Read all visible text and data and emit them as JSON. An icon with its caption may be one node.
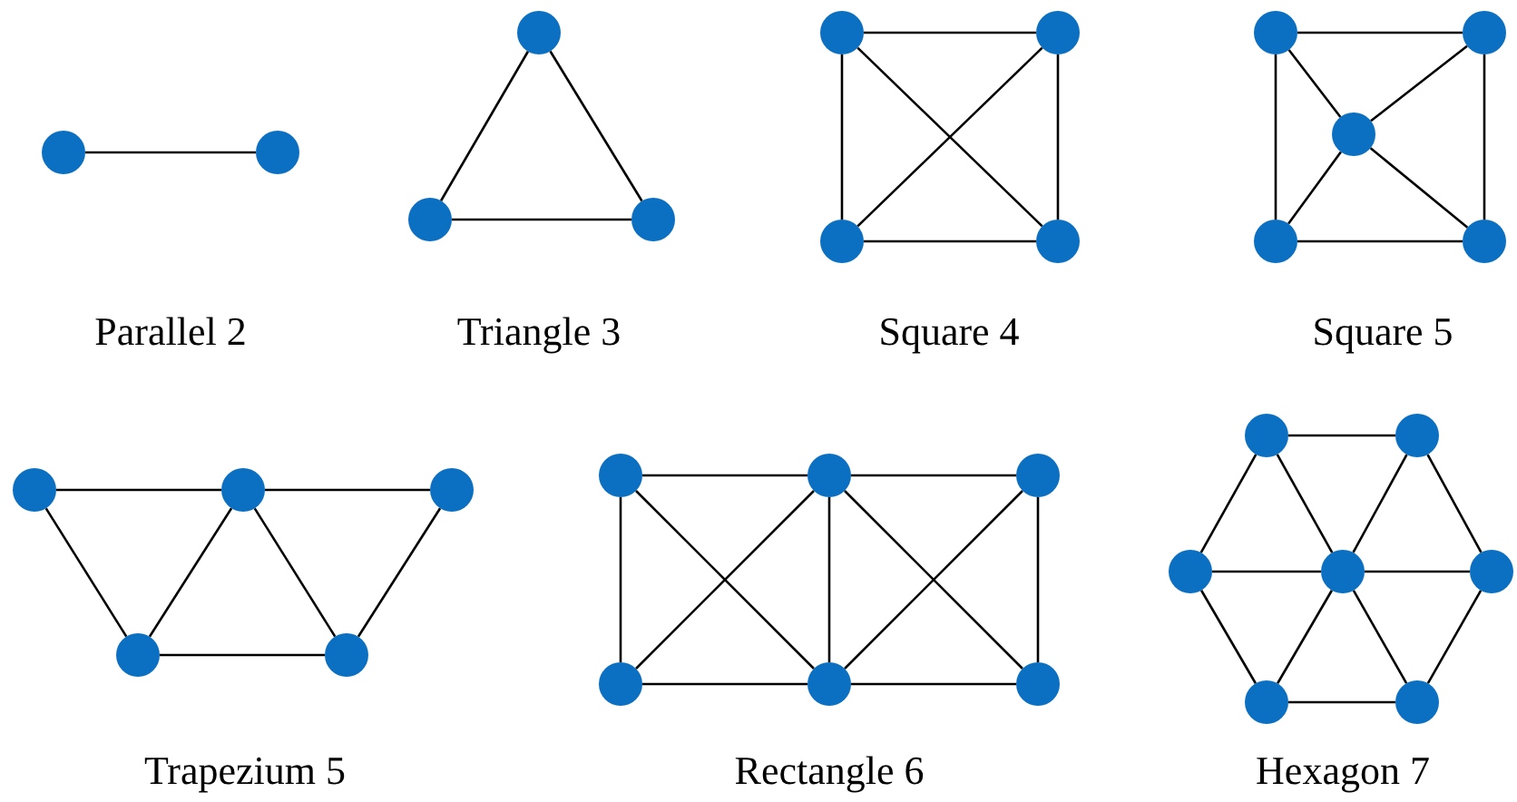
{
  "diagram": {
    "nodes": [
      {
        "text": [],
        "shape": "circle"
      },
      {
        "text": [],
        "shape": "circle"
      },
      {
        "text": [],
        "shape": "circle"
      },
      {
        "text": [],
        "shape": "circle"
      },
      {
        "text": [],
        "shape": "circle"
      },
      {
        "text": [],
        "shape": "circle"
      },
      {
        "text": [],
        "shape": "circle"
      },
      {
        "text": [],
        "shape": "circle"
      },
      {
        "text": [],
        "shape": "circle"
      },
      {
        "text": [],
        "shape": "circle"
      },
      {
        "text": [],
        "shape": "circle"
      },
      {
        "text": [],
        "shape": "circle"
      },
      {
        "text": [],
        "shape": "circle"
      },
      {
        "text": [],
        "shape": "circle"
      },
      {
        "text": [],
        "shape": "circle"
      },
      {
        "text": [],
        "shape": "circle"
      },
      {
        "text": [],
        "shape": "circle"
      },
      {
        "text": [],
        "shape": "circle"
      },
      {
        "text": [],
        "shape": "circle"
      },
      {
        "text": [],
        "shape": "circle"
      },
      {
        "text": [],
        "shape": "circle"
      },
      {
        "text": [],
        "shape": "circle"
      },
      {
        "text": [],
        "shape": "circle"
      },
      {
        "text": [],
        "shape": "circle"
      },
      {
        "text": [],
        "shape": "circle"
      },
      {
        "text": [],
        "shape": "circle"
      },
      {
        "text": [],
        "shape": "circle"
      },
      {
        "text": [],
        "shape": "circle"
      },
      {
        "text": [],
        "shape": "circle"
      },
      {
        "text": [],
        "shape": "circle"
      },
      {
        "text": [],
        "shape": "circle"
      },
      {
        "text": [],
        "shape": "circle"
      }
    ],
    "edges": [
      {
        "from": 0,
        "to": 1,
        "arrow": "none"
      },
      {
        "from": 2,
        "to": 3,
        "arrow": "none"
      },
      {
        "from": 2,
        "to": 4,
        "arrow": "none"
      },
      {
        "from": 3,
        "to": 4,
        "arrow": "none"
      },
      {
        "from": 5,
        "to": 6,
        "arrow": "none"
      },
      {
        "from": 7,
        "to": 8,
        "arrow": "none"
      },
      {
        "from": 5,
        "to": 7,
        "arrow": "none"
      },
      {
        "from": 6,
        "to": 8,
        "arrow": "none"
      },
      {
        "from": 5,
        "to": 8,
        "arrow": "none"
      },
      {
        "from": 6,
        "to": 7,
        "arrow": "none"
      },
      {
        "from": 9,
        "to": 10,
        "arrow": "none"
      },
      {
        "from": 12,
        "to": 13,
        "arrow": "none"
      },
      {
        "from": 9,
        "to": 12,
        "arrow": "none"
      },
      {
        "from": 10,
        "to": 13,
        "arrow": "none"
      },
      {
        "from": 11,
        "to": 9,
        "arrow": "none"
      },
      {
        "from": 11,
        "to": 10,
        "arrow": "none"
      },
      {
        "from": 11,
        "to": 12,
        "arrow": "none"
      },
      {
        "from": 11,
        "to": 13,
        "arrow": "none"
      },
      {
        "from": 14,
        "to": 15,
        "arrow": "none"
      },
      {
        "from": 15,
        "to": 16,
        "arrow": "none"
      },
      {
        "from": 14,
        "to": 17,
        "arrow": "none"
      },
      {
        "from": 17,
        "to": 15,
        "arrow": "none"
      },
      {
        "from": 15,
        "to": 18,
        "arrow": "none"
      },
      {
        "from": 18,
        "to": 16,
        "arrow": "none"
      },
      {
        "from": 17,
        "to": 18,
        "arrow": "none"
      },
      {
        "from": 19,
        "to": 20,
        "arrow": "none"
      },
      {
        "from": 20,
        "to": 21,
        "arrow": "none"
      },
      {
        "from": 22,
        "to": 23,
        "arrow": "none"
      },
      {
        "from": 23,
        "to": 24,
        "arrow": "none"
      },
      {
        "from": 19,
        "to": 22,
        "arrow": "none"
      },
      {
        "from": 20,
        "to": 23,
        "arrow": "none"
      },
      {
        "from": 21,
        "to": 24,
        "arrow": "none"
      },
      {
        "from": 19,
        "to": 23,
        "arrow": "none"
      },
      {
        "from": 20,
        "to": 22,
        "arrow": "none"
      },
      {
        "from": 20,
        "to": 24,
        "arrow": "none"
      },
      {
        "from": 21,
        "to": 23,
        "arrow": "none"
      },
      {
        "from": 25,
        "to": 26,
        "arrow": "none"
      },
      {
        "from": 26,
        "to": 29,
        "arrow": "none"
      },
      {
        "from": 29,
        "to": 31,
        "arrow": "none"
      },
      {
        "from": 31,
        "to": 30,
        "arrow": "none"
      },
      {
        "from": 30,
        "to": 27,
        "arrow": "none"
      },
      {
        "from": 27,
        "to": 25,
        "arrow": "none"
      },
      {
        "from": 28,
        "to": 25,
        "arrow": "none"
      },
      {
        "from": 28,
        "to": 26,
        "arrow": "none"
      },
      {
        "from": 28,
        "to": 27,
        "arrow": "none"
      },
      {
        "from": 28,
        "to": 29,
        "arrow": "none"
      },
      {
        "from": 28,
        "to": 30,
        "arrow": "none"
      },
      {
        "from": 28,
        "to": 31,
        "arrow": "none"
      }
    ],
    "labels": [
      "Parallel 2",
      "Triangle 3",
      "Square 4",
      "Square 5",
      "Trapezium 5",
      "Rectangle 6",
      "Hexagon 7"
    ]
  }
}
